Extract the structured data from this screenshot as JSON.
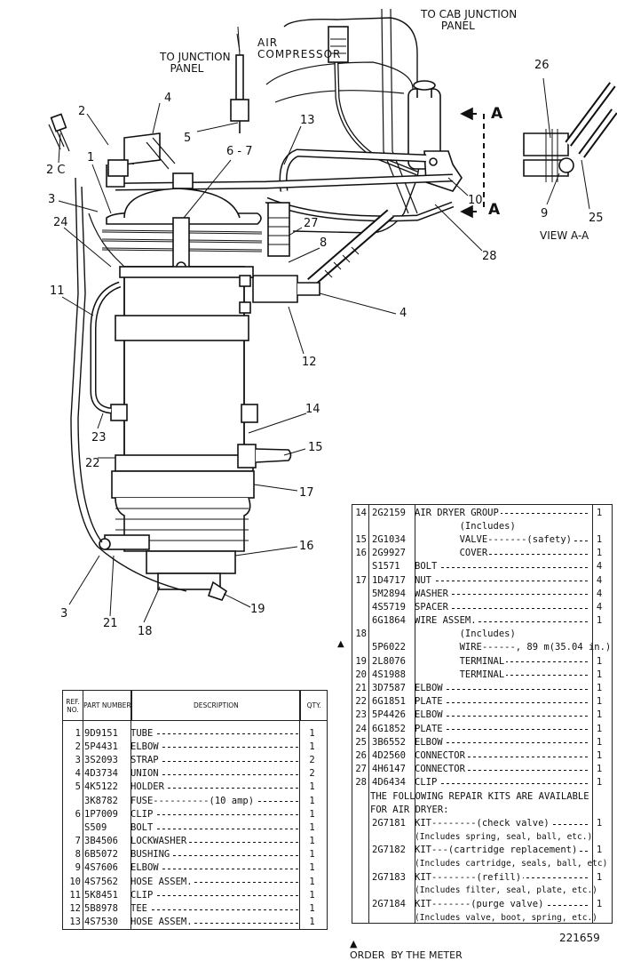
{
  "diagram": {
    "labels": {
      "to_cab_junction_panel": "TO CAB JUNCTION\n      PANEL",
      "air_compressor": "AIR\nCOMPRESSOR",
      "to_junction_panel": "TO JUNCTION\n   PANEL",
      "view_aa": "VIEW A-A",
      "section_a_top": "A",
      "section_a_bottom": "A"
    },
    "callouts": {
      "c2": "2",
      "c4a": "4",
      "c5": "5",
      "c67": "6 - 7",
      "c13": "13",
      "c26": "26",
      "c2c": "2 C",
      "c1": "1",
      "c3a": "3",
      "c24": "24",
      "c10": "10",
      "c9": "9",
      "c25": "25",
      "c27": "27",
      "c8": "8",
      "c28": "28",
      "c11": "11",
      "c4b": "4",
      "c12": "12",
      "c14": "14",
      "c23": "23",
      "c15": "15",
      "c22": "22",
      "c17": "17",
      "c16": "16",
      "c3b": "3",
      "c21": "21",
      "c18": "18",
      "c19": "19"
    },
    "drawing_number": "221659",
    "footnote": "ORDER  BY THE METER"
  },
  "left_table": {
    "headers": [
      "REF. NO.",
      "PART NUMBER",
      "DESCRIPTION",
      "QTY."
    ],
    "rows": [
      {
        "ref": "1",
        "part": "9D9151",
        "desc": "TUBE",
        "qty": "1"
      },
      {
        "ref": "2",
        "part": "5P4431",
        "desc": "ELBOW",
        "qty": "1"
      },
      {
        "ref": "3",
        "part": "3S2093",
        "desc": "STRAP",
        "qty": "2"
      },
      {
        "ref": "4",
        "part": "4D3734",
        "desc": "UNION",
        "qty": "2"
      },
      {
        "ref": "5",
        "part": "4K5122",
        "desc": "HOLDER",
        "qty": "1"
      },
      {
        "ref": "",
        "part": "3K8782",
        "desc": "FUSE----------(10 amp)",
        "qty": "1"
      },
      {
        "ref": "6",
        "part": "1P7009",
        "desc": "CLIP",
        "qty": "1"
      },
      {
        "ref": "",
        "part": "S509",
        "desc": "BOLT",
        "qty": "1"
      },
      {
        "ref": "7",
        "part": "3B4506",
        "desc": "LOCKWASHER",
        "qty": "1"
      },
      {
        "ref": "8",
        "part": "6B5072",
        "desc": "BUSHING",
        "qty": "1"
      },
      {
        "ref": "9",
        "part": "4S7606",
        "desc": "ELBOW",
        "qty": "1"
      },
      {
        "ref": "10",
        "part": "4S7562",
        "desc": "HOSE ASSEM.",
        "qty": "1"
      },
      {
        "ref": "11",
        "part": "5K8451",
        "desc": "CLIP",
        "qty": "1"
      },
      {
        "ref": "12",
        "part": "5B8978",
        "desc": "TEE",
        "qty": "1"
      },
      {
        "ref": "13",
        "part": "4S7530",
        "desc": "HOSE ASSEM.",
        "qty": "1"
      }
    ]
  },
  "right_table": {
    "rows": [
      {
        "ref": "14",
        "part": "2G2159",
        "desc": "AIR DRYER GROUP",
        "qty": "1"
      },
      {
        "ref": "",
        "part": "",
        "desc": "        (Includes)",
        "qty": ""
      },
      {
        "ref": "15",
        "part": "2G1034",
        "desc": "        VALVE-------(safety)",
        "qty": "1"
      },
      {
        "ref": "16",
        "part": "2G9927",
        "desc": "        COVER",
        "qty": "1"
      },
      {
        "ref": "",
        "part": "S1571",
        "desc": "BOLT",
        "qty": "4"
      },
      {
        "ref": "17",
        "part": "1D4717",
        "desc": "NUT",
        "qty": "4"
      },
      {
        "ref": "",
        "part": "5M2894",
        "desc": "WASHER",
        "qty": "4"
      },
      {
        "ref": "",
        "part": "4S5719",
        "desc": "SPACER",
        "qty": "4"
      },
      {
        "ref": "",
        "part": "6G1864",
        "desc": "WIRE ASSEM.",
        "qty": "1"
      },
      {
        "ref": "18",
        "part": "",
        "desc": "        (Includes)",
        "qty": ""
      },
      {
        "ref": "",
        "part": "5P6022",
        "desc": "        WIRE------, 89 m(35.04 in.)",
        "qty": ""
      },
      {
        "ref": "19",
        "part": "2L8076",
        "desc": "        TERMINAL",
        "qty": "1"
      },
      {
        "ref": "20",
        "part": "4S1988",
        "desc": "        TERMINAL",
        "qty": "1"
      },
      {
        "ref": "21",
        "part": "3D7587",
        "desc": "ELBOW",
        "qty": "1"
      },
      {
        "ref": "22",
        "part": "6G1851",
        "desc": "PLATE",
        "qty": "1"
      },
      {
        "ref": "23",
        "part": "5P4426",
        "desc": "ELBOW",
        "qty": "1"
      },
      {
        "ref": "24",
        "part": "6G1852",
        "desc": "PLATE",
        "qty": "1"
      },
      {
        "ref": "25",
        "part": "3B6552",
        "desc": "ELBOW",
        "qty": "1"
      },
      {
        "ref": "26",
        "part": "4D2560",
        "desc": "CONNECTOR",
        "qty": "1"
      },
      {
        "ref": "27",
        "part": "4H6147",
        "desc": "CONNECTOR",
        "qty": "1"
      },
      {
        "ref": "28",
        "part": "4D6434",
        "desc": "CLIP",
        "qty": "1"
      }
    ],
    "kits_heading_1": "THE FOLLOWING REPAIR KITS ARE AVAILABLE",
    "kits_heading_2": "FOR AIR DRYER:",
    "kits": [
      {
        "part": "2G7181",
        "desc": "KIT--------(check valve)",
        "qty": "1",
        "note": "(Includes spring, seal, ball, etc.)"
      },
      {
        "part": "2G7182",
        "desc": "KIT---(cartridge replacement)",
        "qty": "1",
        "note": "(Includes cartridge, seals, ball, etc)"
      },
      {
        "part": "2G7183",
        "desc": "KIT--------(refill)",
        "qty": "1",
        "note": "(Includes filter, seal, plate, etc.)"
      },
      {
        "part": "2G7184",
        "desc": "KIT-------(purge valve)",
        "qty": "1",
        "note": "(Includes valve, boot, spring, etc.)"
      }
    ]
  }
}
